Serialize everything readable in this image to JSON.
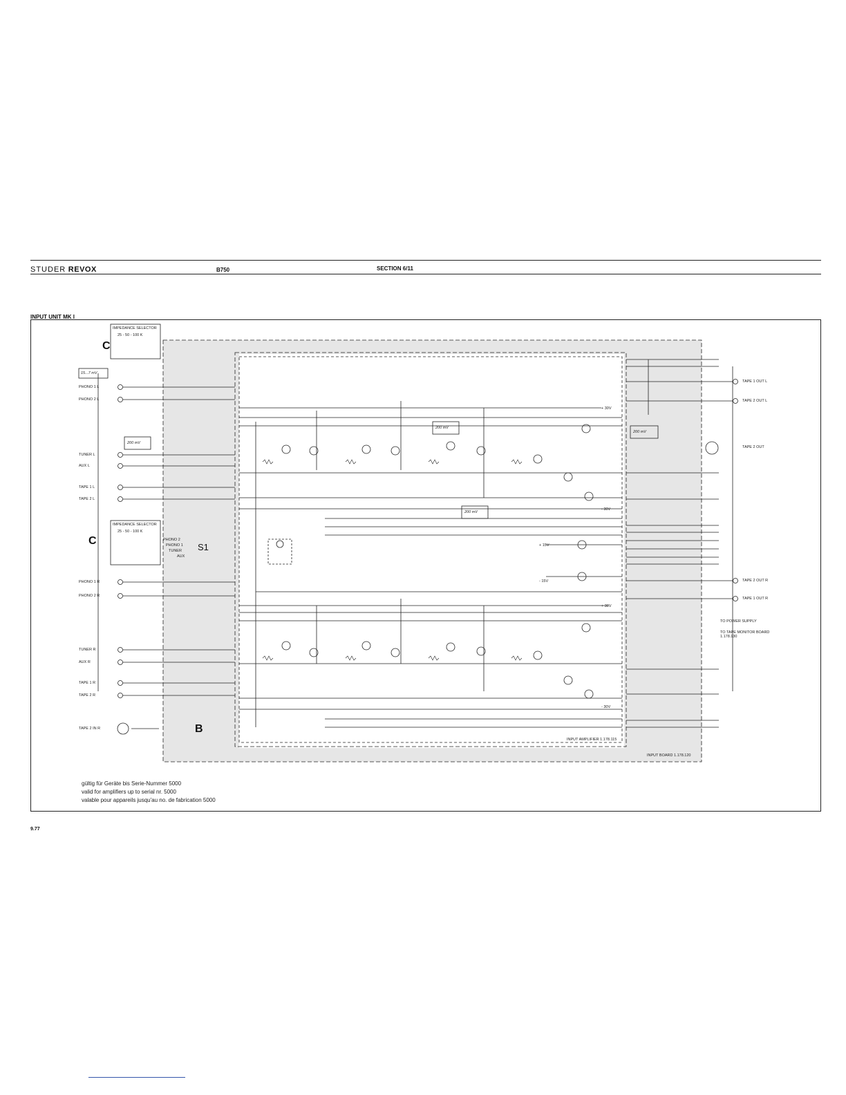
{
  "header": {
    "brand_studer": "STUDER",
    "brand_revox": "REVOX",
    "model": "B750",
    "section": "SECTION 6/11"
  },
  "diagram": {
    "title": "INPUT UNIT MK I",
    "impedance_selector": {
      "label": "IMPEDANCE SELECTOR",
      "values": "25 - 50 - 100 K"
    },
    "inputs_left": [
      "PHONO 1 L",
      "PHONO 2 L",
      "TUNER L",
      "AUX L",
      "TAPE 1 L",
      "TAPE 2 L"
    ],
    "inputs_right": [
      "PHONO 1 R",
      "PHONO 2 R",
      "TUNER R",
      "AUX R",
      "TAPE 1 R",
      "TAPE 2 R",
      "TAPE 2 IN R"
    ],
    "outputs_left": [
      "TAPE 1 OUT L",
      "TAPE 2 OUT L",
      "TAPE 2 OUT"
    ],
    "outputs_right": [
      "TAPE 2 OUT R",
      "TAPE 1 OUT R"
    ],
    "selector_switch": {
      "name": "S1",
      "positions": [
        "PHONO 2",
        "PHONO 1",
        "TUNER",
        "AUX"
      ]
    },
    "handwritten_levels": [
      "15...7 mV",
      "200 mV",
      "200 mV",
      "200 mV",
      "200 mV"
    ],
    "section_letters": [
      "C",
      "C",
      "B"
    ],
    "board_labels": [
      "INPUT AMPLIFIER 1.178.115",
      "INPUT BOARD 1.178.120"
    ],
    "legend": [
      "TO POWER SUPPLY",
      "TO TAPE MONITOR BOARD 1.178.130"
    ],
    "supply_labels": [
      "+ 30V",
      "- 30V",
      "+ 15V",
      "- 15V"
    ]
  },
  "footer": {
    "note_de": "gültig für Geräte bis Serie-Nummer 5000",
    "note_en": "valid for amplifiers up to serial nr. 5000",
    "note_fr": "valable pour appareils jusqu'au no. de fabrication 5000",
    "page": "9.77"
  }
}
